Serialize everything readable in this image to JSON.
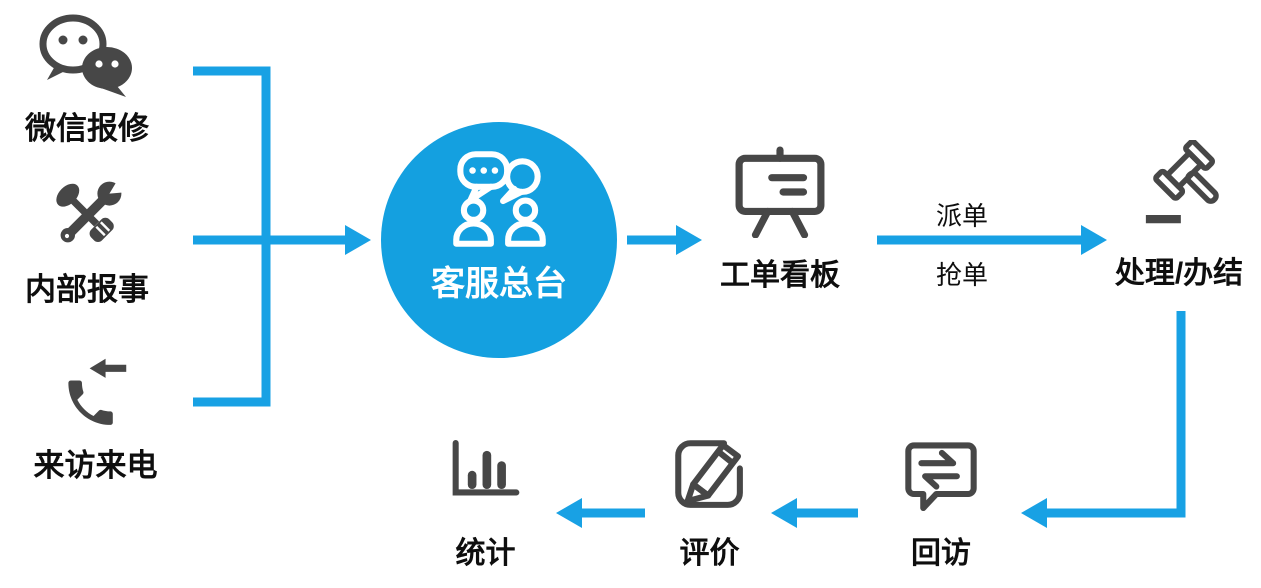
{
  "colors": {
    "accent": "#18A1E4",
    "hub_fill": "#14A0E0",
    "hub_text": "#FFFFFF",
    "icon": "#474747",
    "text": "#0E0E0E"
  },
  "sources": [
    {
      "label": "微信报修",
      "icon": "wechat-icon"
    },
    {
      "label": "内部报事",
      "icon": "tools-icon"
    },
    {
      "label": "来访来电",
      "icon": "incoming-call-icon"
    }
  ],
  "hub": {
    "label": "客服总台",
    "icon": "support-desk-icon"
  },
  "nodes": {
    "board": {
      "label": "工单看板",
      "icon": "kanban-board-icon"
    },
    "process": {
      "label": "处理/办结",
      "icon": "gavel-icon"
    },
    "followup": {
      "label": "回访",
      "icon": "chat-exchange-icon"
    },
    "evaluate": {
      "label": "评价",
      "icon": "edit-pencil-icon"
    },
    "stats": {
      "label": "统计",
      "icon": "bar-chart-icon"
    }
  },
  "edges": {
    "dispatch_top": "派单",
    "dispatch_bottom": "抢单"
  }
}
